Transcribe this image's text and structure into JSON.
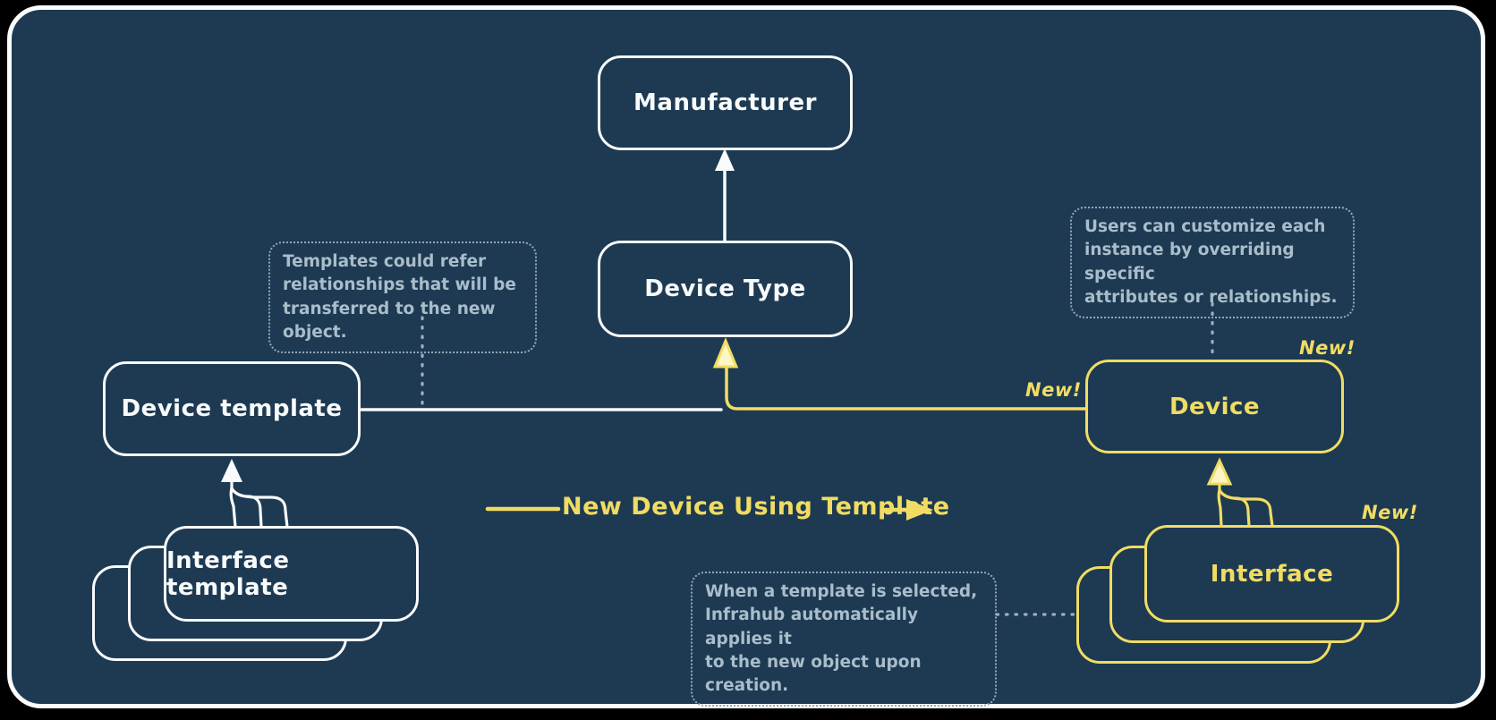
{
  "diagram": {
    "title_implicit": "New Device Using Template",
    "colors": {
      "canvas_background": "#1d3a52",
      "outer_background": "#000000",
      "primary_stroke": "#f8fafc",
      "accent_yellow": "#f1dc63",
      "note_text": "#a9bdca",
      "note_border": "#93a9b8"
    }
  },
  "nodes": {
    "manufacturer": {
      "label": "Manufacturer"
    },
    "device_type": {
      "label": "Device Type"
    },
    "device_template": {
      "label": "Device template"
    },
    "interface_template": {
      "label": "Interface template"
    },
    "device": {
      "label": "Device"
    },
    "interface": {
      "label": "Interface"
    }
  },
  "annotations": {
    "templates_note": {
      "lines": [
        "Templates could refer",
        "relationships that will be",
        "transferred to the new object."
      ]
    },
    "customize_note": {
      "lines": [
        "Users can customize each",
        "instance by overriding specific",
        "attributes or relationships."
      ]
    },
    "apply_note": {
      "lines": [
        "When a template is selected,",
        "Infrahub automatically applies it",
        "to the new object upon creation."
      ]
    }
  },
  "labels": {
    "flow": "New Device Using Template",
    "new_link_badge": "New!",
    "new_device_badge": "New!",
    "new_interface_badge": "New!"
  }
}
